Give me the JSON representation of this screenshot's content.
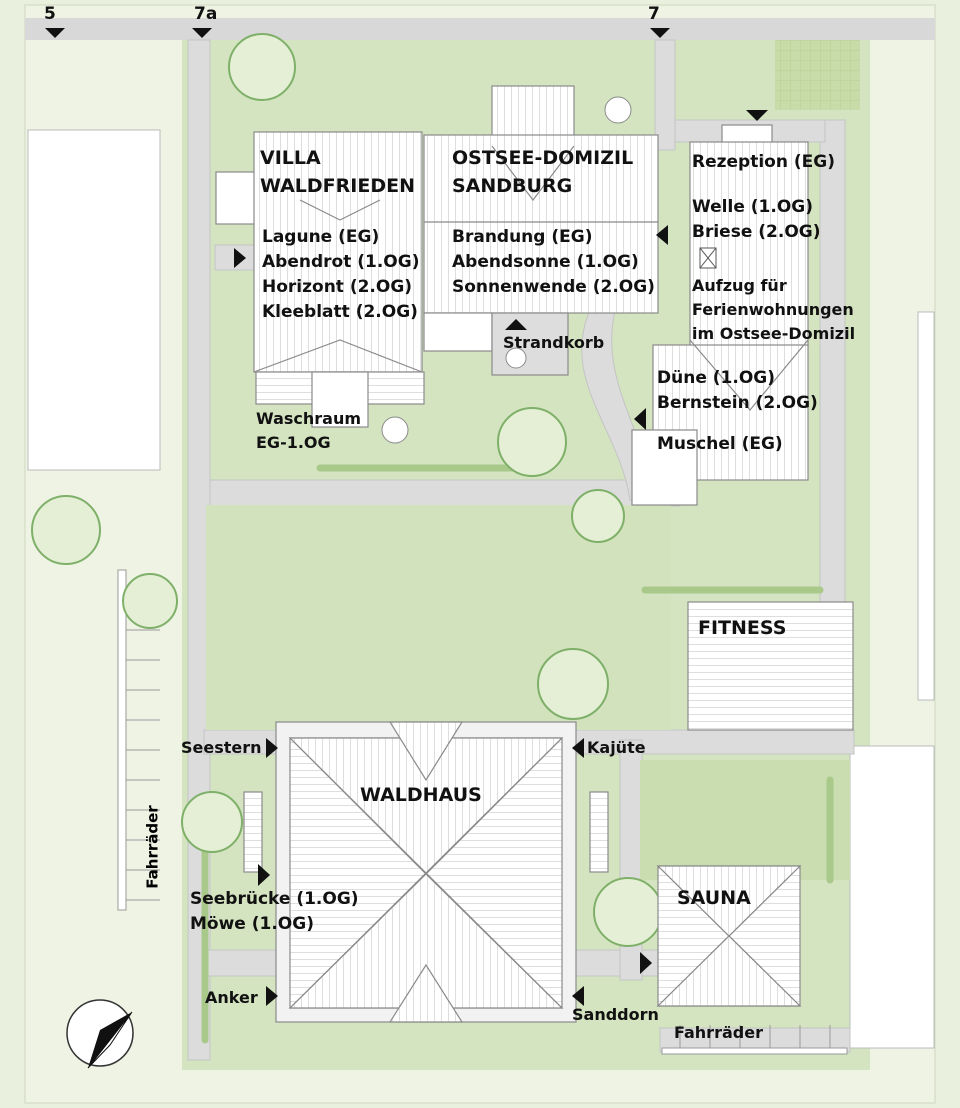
{
  "street_markers": [
    "5",
    "7a",
    "7"
  ],
  "buildings": {
    "villa": {
      "name_lines": [
        "VILLA",
        "WALDFRIEDEN"
      ],
      "units": [
        "Lagune (EG)",
        "Abendrot (1.OG)",
        "Horizont (2.OG)",
        "Kleeblatt (2.OG)"
      ]
    },
    "domizil": {
      "name_lines": [
        "OSTSEE-DOMIZIL",
        "SANDBURG"
      ],
      "units": [
        "Brandung (EG)",
        "Abendsonne (1.OG)",
        "Sonnenwende (2.OG)"
      ]
    },
    "east": {
      "units_top": [
        "Rezeption (EG)",
        "",
        "Welle (1.OG)",
        "Briese (2.OG)"
      ],
      "elevator_lines": [
        "Aufzug für",
        "Ferienwohnungen",
        "im Ostsee-Domizil"
      ],
      "units_mid": [
        "Düne (1.OG)",
        "Bernstein (2.OG)"
      ],
      "unit_low": "Muschel (EG)"
    },
    "fitness": "FITNESS",
    "waldhaus": {
      "name": "WALDHAUS",
      "units": {
        "seestern": "Seestern",
        "kajuete": "Kajüte",
        "seebruecke_lines": [
          "Seebrücke (1.OG)",
          "Möwe (1.OG)"
        ],
        "anker": "Anker",
        "sanddorn": "Sanddorn"
      }
    },
    "sauna": "SAUNA"
  },
  "amenities": {
    "strandkorb": "Strandkorb",
    "waschraum_lines": [
      "Waschraum",
      "EG-1.OG"
    ],
    "bikes_west": "Fahrräder",
    "bikes_south": "Fahrräder"
  },
  "colors": {
    "lawn": "#d4e4c0",
    "dark_lawn": "#b9d39c",
    "path": "#dcdcdc",
    "border": "#e8f0dc",
    "roof": "#ffffff",
    "street": "#d8d8d8"
  }
}
